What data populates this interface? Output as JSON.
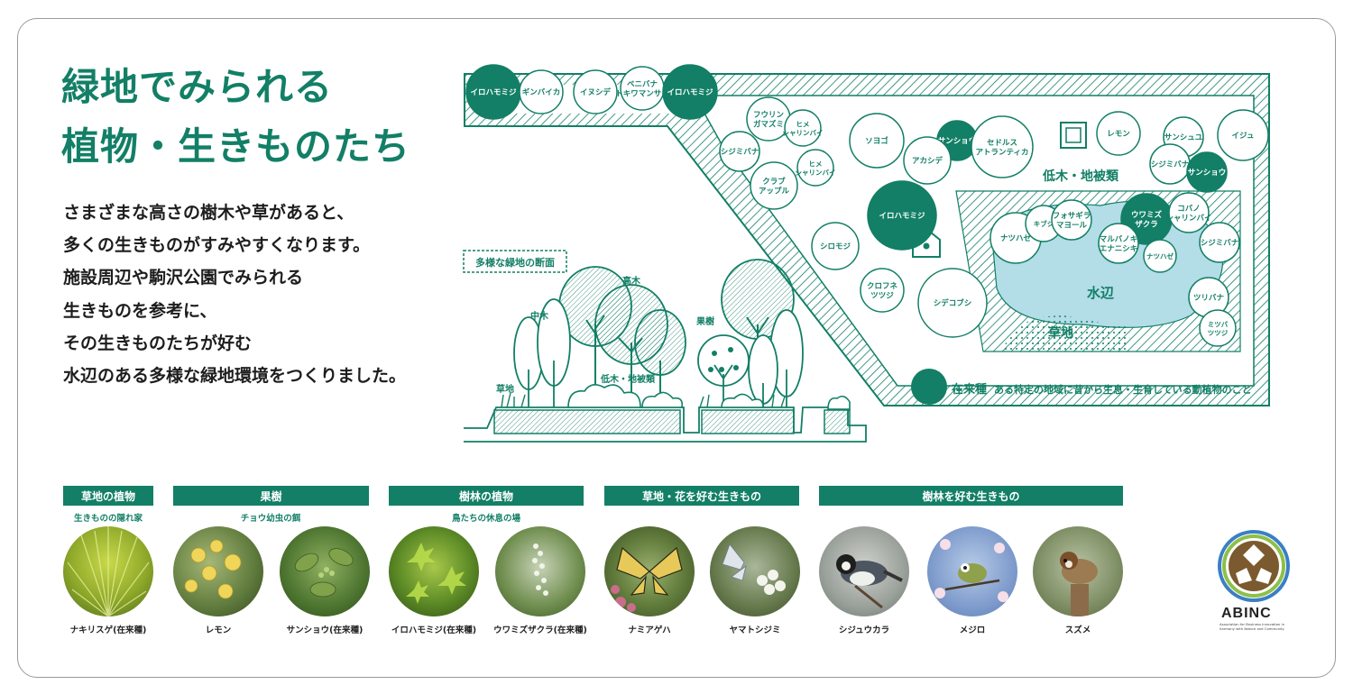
{
  "title": {
    "line1": "緑地でみられる",
    "line2": "植物・生きものたち"
  },
  "intro": [
    "さまざまな高さの樹木や草があると、",
    "多くの生きものがすみやすくなります。",
    "施設周辺や駒沢公園でみられる",
    "生きものを参考に、",
    "その生きものたちが好む",
    "水辺のある多様な緑地環境をつくりました。"
  ],
  "map": {
    "zones": {
      "shrub": "低木・地被類",
      "water": "水辺",
      "grass": "草地"
    },
    "cross_section": {
      "title": "多様な緑地の断面",
      "tall": "高木",
      "mid": "中木",
      "fruit": "果樹",
      "shrub": "低木・地被類",
      "grass": "草地"
    },
    "plants": [
      "イロハモミジ",
      "ギンバイカ",
      "イヌシデ",
      "ベニバナ",
      "トキワマンサク",
      "イロハモミジ",
      "フウリン",
      "ガマズミ",
      "ヒメ",
      "シャリンバイ",
      "シジミバナ",
      "ヒメ",
      "シャリンバイ",
      "クラブ",
      "アップル",
      "ソヨゴ",
      "サンショウ",
      "セドルス",
      "アトランティカ",
      "レモン",
      "サンシュユ",
      "イジュ",
      "アカシデ",
      "シジミバナ",
      "サンショウ",
      "イロハモミジ",
      "シロモジ",
      "ナツハゼ",
      "キブシ",
      "フォサギラ",
      "マヨール",
      "ウワミズ",
      "ザクラ",
      "コバノ",
      "シャリンバイ",
      "シジミバナ",
      "マルバノキ",
      "エナニシキ",
      "ナツハゼ",
      "クロフネ",
      "ツツジ",
      "シデコブシ",
      "ツリバナ",
      "ミツバ",
      "ツツジ"
    ]
  },
  "legend": {
    "term": "在来種",
    "desc": "ある特定の地域に昔から生息・生育している動植物のこと"
  },
  "categories": [
    {
      "label": "草地の植物",
      "sub": "生きものの隠れ家"
    },
    {
      "label": "果樹",
      "sub": "チョウ幼虫の餌"
    },
    {
      "label": "樹林の植物",
      "sub": "鳥たちの休息の場"
    },
    {
      "label": "草地・花を好む生きもの",
      "sub": ""
    },
    {
      "label": "樹林を好む生きもの",
      "sub": ""
    }
  ],
  "photos": [
    {
      "caption": "ナキリスゲ(在来種)",
      "icon": "sedge-photo"
    },
    {
      "caption": "レモン",
      "icon": "lemon-photo"
    },
    {
      "caption": "サンショウ(在来種)",
      "icon": "sansho-photo"
    },
    {
      "caption": "イロハモミジ(在来種)",
      "icon": "maple-photo"
    },
    {
      "caption": "ウワミズザクラ(在来種)",
      "icon": "cherry-photo"
    },
    {
      "caption": "ナミアゲハ",
      "icon": "swallowtail-photo"
    },
    {
      "caption": "ヤマトシジミ",
      "icon": "blue-butterfly-photo"
    },
    {
      "caption": "シジュウカラ",
      "icon": "great-tit-photo"
    },
    {
      "caption": "メジロ",
      "icon": "white-eye-photo"
    },
    {
      "caption": "スズメ",
      "icon": "sparrow-photo"
    }
  ],
  "logo": {
    "name": "ABINC",
    "fine": "Association for Business Innovation in harmony with Nature and Community"
  },
  "colors": {
    "accent": "#127f66",
    "water": "#b3dde7",
    "hatch": "#127f66"
  }
}
